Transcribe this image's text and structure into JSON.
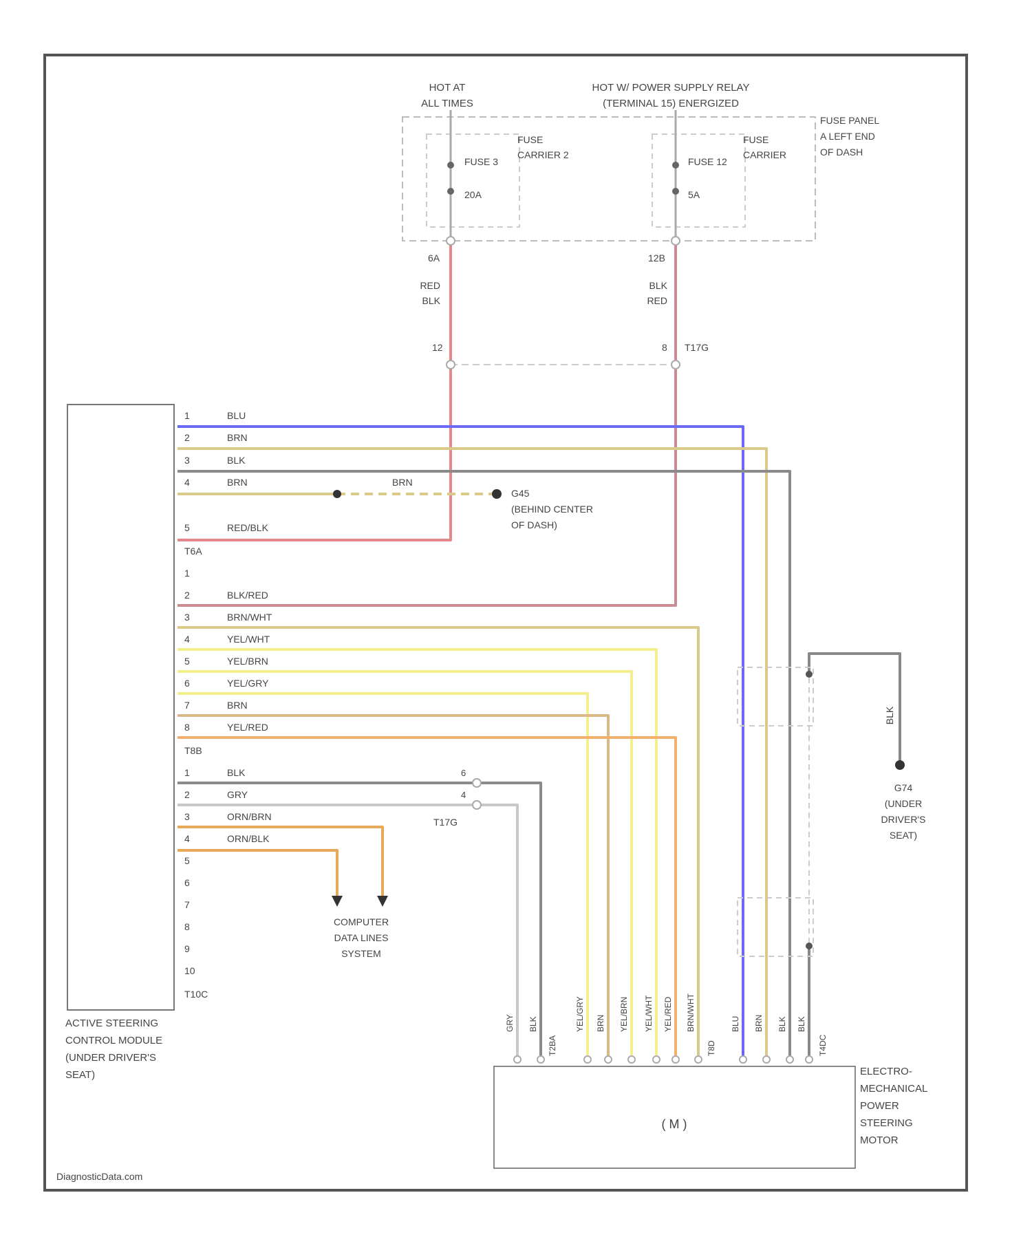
{
  "supply": {
    "hot_always": [
      "HOT AT",
      "ALL TIMES"
    ],
    "hot_relay": [
      "HOT W/ POWER SUPPLY RELAY",
      "(TERMINAL 15) ENERGIZED"
    ],
    "fuse_panel": [
      "FUSE PANEL",
      "A LEFT END",
      "OF DASH"
    ],
    "carrier_a": [
      "FUSE",
      "CARRIER 2"
    ],
    "carrier_b": [
      "FUSE",
      "CARRIER"
    ],
    "fuse_a_name": "FUSE 3",
    "fuse_a_rating": "20A",
    "fuse_b_name": "FUSE 12",
    "fuse_b_rating": "5A",
    "pin_a": "6A",
    "pin_b": "12B",
    "wire_a_color": [
      "RED",
      "BLK"
    ],
    "wire_b_color": [
      "BLK",
      "RED"
    ],
    "inline_pin_a": "12",
    "inline_pin_b": "8",
    "inline_conn": "T17G"
  },
  "module": {
    "label": [
      "ACTIVE STEERING",
      "CONTROL MODULE",
      "(UNDER DRIVER'S",
      "SEAT)"
    ],
    "connector1": {
      "name": "T6A",
      "pins": [
        {
          "num": "1",
          "color": "BLU"
        },
        {
          "num": "2",
          "color": "BRN"
        },
        {
          "num": "3",
          "color": "BLK"
        },
        {
          "num": "4",
          "color": "BRN"
        },
        {
          "num": "5",
          "color": "RED/BLK"
        }
      ]
    },
    "connector2": {
      "name": "T8B",
      "pins": [
        {
          "num": "1",
          "color": ""
        },
        {
          "num": "2",
          "color": "BLK/RED"
        },
        {
          "num": "3",
          "color": "BRN/WHT"
        },
        {
          "num": "4",
          "color": "YEL/WHT"
        },
        {
          "num": "5",
          "color": "YEL/BRN"
        },
        {
          "num": "6",
          "color": "YEL/GRY"
        },
        {
          "num": "7",
          "color": "BRN"
        },
        {
          "num": "8",
          "color": "YEL/RED"
        }
      ]
    },
    "connector3": {
      "name": "T10C",
      "pins": [
        {
          "num": "1",
          "color": "BLK"
        },
        {
          "num": "2",
          "color": "GRY"
        },
        {
          "num": "3",
          "color": "ORN/BRN"
        },
        {
          "num": "4",
          "color": "ORN/BLK"
        },
        {
          "num": "5",
          "color": ""
        },
        {
          "num": "6",
          "color": ""
        },
        {
          "num": "7",
          "color": ""
        },
        {
          "num": "8",
          "color": ""
        },
        {
          "num": "9",
          "color": ""
        },
        {
          "num": "10",
          "color": ""
        }
      ]
    }
  },
  "ground_mid": {
    "label": [
      "G45",
      "(BEHIND CENTER",
      "OF DASH)"
    ],
    "wire": "BRN"
  },
  "ground_right": {
    "label": [
      "G74",
      "(UNDER",
      "DRIVER'S",
      "SEAT)"
    ],
    "wire": "BLK"
  },
  "data_lines": {
    "label": [
      "COMPUTER",
      "DATA LINES",
      "SYSTEM"
    ],
    "conn": "T17G",
    "pin_6": "6",
    "pin_4": "4"
  },
  "motor": {
    "label": [
      "ELECTRO-",
      "MECHANICAL",
      "POWER",
      "STEERING",
      "MOTOR"
    ],
    "symbol": "( M )",
    "group1": {
      "name": "T2BA",
      "wires": [
        "GRY",
        "BLK"
      ]
    },
    "group2": {
      "name": "T8D",
      "wires": [
        "YEL/GRY",
        "BRN",
        "YEL/BRN",
        "YEL/WHT",
        "YEL/RED",
        "BRN/WHT"
      ]
    },
    "group3": {
      "name": "T4DC",
      "wires": [
        "BLU",
        "BRN",
        "BLK",
        "BLK"
      ]
    }
  },
  "watermark": "DiagnosticData.com",
  "colors": {
    "red_blk": "#e5868b",
    "blk_red": "#c98c93",
    "blu": "#6a6af4",
    "brn": "#d9c98a",
    "blk": "#8a8a8a",
    "gry": "#c8c8c8",
    "yel": "#f3ef8e",
    "yel_red": "#f2b06c",
    "orange": "#e6a95a",
    "frame": "#555555"
  }
}
